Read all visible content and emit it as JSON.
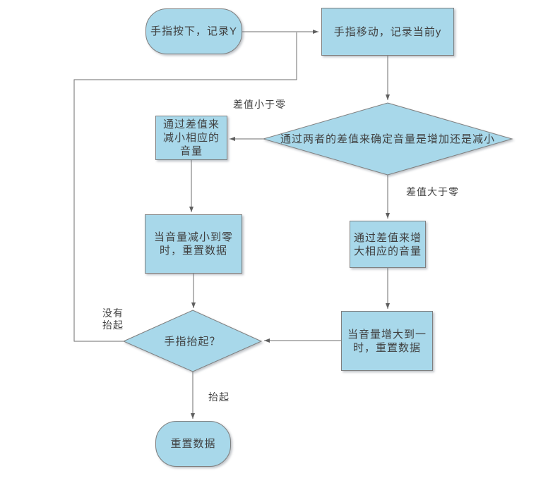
{
  "diagram": {
    "type": "flowchart",
    "language": "zh-CN",
    "colors": {
      "node_fill": "#A8D8EA",
      "node_border": "#7F7F7F",
      "connector": "#6E6E6E",
      "text": "#404040",
      "background": "#FFFFFF"
    },
    "nodes": [
      {
        "id": "finger-down",
        "shape": "stadium",
        "label": "手指按下，记录Y"
      },
      {
        "id": "finger-move",
        "shape": "rect",
        "label": "手指移动，记录当前y"
      },
      {
        "id": "decide-volume",
        "shape": "diamond",
        "label": "通过两者的差值来确定音量是增加还是减小"
      },
      {
        "id": "decrease-volume",
        "shape": "rect",
        "label": "通过差值来减小相应的音量"
      },
      {
        "id": "reset-at-zero",
        "shape": "rect",
        "label": "当音量减小到零时，重置数据"
      },
      {
        "id": "increase-volume",
        "shape": "rect",
        "label": "通过差值来增大相应的音量"
      },
      {
        "id": "reset-at-one",
        "shape": "rect",
        "label": "当音量增大到一时，重置数据"
      },
      {
        "id": "finger-lifted",
        "shape": "diamond",
        "label": "手指抬起？"
      },
      {
        "id": "reset-data",
        "shape": "stadium",
        "label": "重置数据"
      }
    ],
    "edge_labels": {
      "diff_less_than_zero": "差值小于零",
      "diff_greater_than_zero": "差值大于零",
      "not_lifted": "没有\n抬起",
      "lifted": "抬起"
    },
    "edges": [
      {
        "from": "finger-down",
        "to": "finger-move",
        "label": ""
      },
      {
        "from": "finger-move",
        "to": "decide-volume",
        "label": ""
      },
      {
        "from": "decide-volume",
        "to": "decrease-volume",
        "label": "差值小于零"
      },
      {
        "from": "decide-volume",
        "to": "increase-volume",
        "label": "差值大于零"
      },
      {
        "from": "decrease-volume",
        "to": "reset-at-zero",
        "label": ""
      },
      {
        "from": "increase-volume",
        "to": "reset-at-one",
        "label": ""
      },
      {
        "from": "reset-at-zero",
        "to": "finger-lifted",
        "label": ""
      },
      {
        "from": "reset-at-one",
        "to": "finger-lifted",
        "label": ""
      },
      {
        "from": "finger-lifted",
        "to": "finger-move",
        "label": "没有抬起"
      },
      {
        "from": "finger-lifted",
        "to": "reset-data",
        "label": "抬起"
      }
    ]
  }
}
